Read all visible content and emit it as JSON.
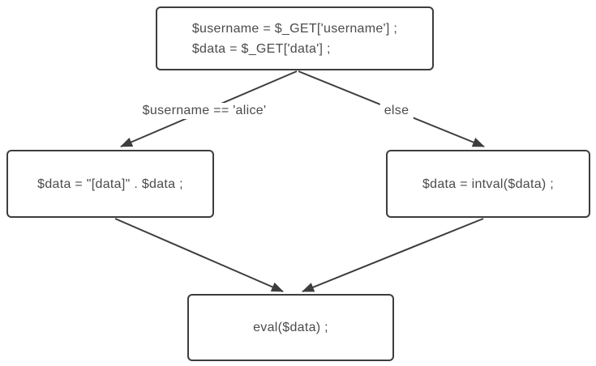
{
  "nodes": {
    "source": {
      "line1": "$username = $_GET['username'] ;",
      "line2": "$data = $_GET['data'] ;"
    },
    "alice": {
      "text": "$data = \"[data]\" . $data ;"
    },
    "else": {
      "text": "$data = intval($data) ;"
    },
    "sink": {
      "text": "eval($data) ;"
    }
  },
  "edge_labels": {
    "alice_condition": "$username == 'alice'",
    "else_branch": "else"
  },
  "colors": {
    "stroke": "#3d3d3d",
    "text": "#4b4b4b",
    "background": "#ffffff"
  }
}
